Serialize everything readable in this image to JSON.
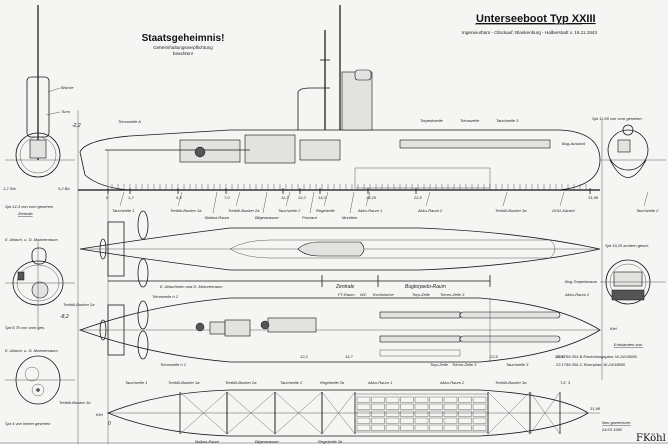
{
  "header": {
    "secret_title": "Staatsgeheimnis!",
    "secret_sub1": "Geheimhaltungsverpflichtung",
    "secret_sub2": "beachten!",
    "main_title": "Unterseeboot  Typ XXIII",
    "main_sub": "Ingenieurbüro - Glückauf; Blankenburg - Halberstadt v. 19.11.1943"
  },
  "sections": {
    "sect_left_top": "Spt 14-3  von vorn gesehen",
    "sect_left_top_sub": "Zentrale",
    "sect_left_mid_hdr": "E.-Masch. u. D.-Motorenraum",
    "sect_left_mid": "Spt 8,75  von vorn ges.",
    "sect_left_mid_sub": "E.-Masch. u. D.-Motorenraum",
    "sect_left_bot": "Spt 4  von hinten gesehen",
    "sect_right_top": "Spt 11,65  von vorn gesehen",
    "sect_right_mid": "Spt 19,25  achtern gesch."
  },
  "labels": {
    "bruecke": "Brücke",
    "turm": "Turm",
    "minus_22": "-2,2",
    "trimmzelle_a": "Trimmzelle A",
    "torpedozelle": "Torpedozelle",
    "trimmzelle": "Trimmzelle",
    "tauchzelle_3": "Tauchzelle 3",
    "bug_ausstoss": "Bug-Ausstoß",
    "left_sect_l": "1,2 Stb",
    "left_sect_r": "0,2 Bb",
    "profile_bottom": [
      "Tauchzelle 1",
      "Treiböl-Bunker 1a",
      "Ballast-Raum",
      "Treiböl-Bunker 2a",
      "Bilgenwasser",
      "Tauchzelle 2",
      "Proviant",
      "Regelzelle",
      "Munition",
      "Akku-Raum 1",
      "Akku-Raum 2",
      "Treiböl-Bunker 3a",
      "GHG-Kanzel",
      "Tauchzelle 2"
    ],
    "frame_ticks": [
      "0",
      "1,2",
      "5,5",
      "7,0",
      "11,3",
      "12,2",
      "14,3",
      "18,25",
      "22,5",
      "31,98"
    ],
    "plan_zones": [
      "E.-Maschinen und D.-Motorenraum",
      "Zentrale",
      "Bugtorpedo-Raum"
    ],
    "plan_labels_top": [
      "Trimmzelle h 2",
      "FT-Raum",
      "WC",
      "Kochnische",
      "Torp-Zelle",
      "Trimm-Zelle 3"
    ],
    "plan_labels_bot": [
      "Trimmzelle h 1",
      "Torp-Zelle",
      "Trimm-Zelle 3",
      "Tauchzelle 3"
    ],
    "plan_right": [
      "Bug-Torpedoraum",
      "Akku-Raum 2"
    ],
    "left_mid_bunker": "Treiböl-Bunker 2a",
    "left_bot_bunker": "Treiböl-Bunker 1b",
    "bottom_top": [
      "Tauchzelle 1",
      "Treiböl-Bunker 1a",
      "Treiböl-Bunker 2a",
      "Tauchzelle 2",
      "Regelzelle 2b",
      "Akku-Raum 1",
      "Akku-Raum 2",
      "Treiböl-Bunker 3a",
      "T.Z. 3"
    ],
    "bottom_bot": [
      "Ballast-Raum",
      "Bilgenwasser",
      "Regelzelle 2b"
    ],
    "bottom_tick_0": "0",
    "bottom_tick_end": "31,98",
    "wl": "Kiel",
    "plan_ticks": [
      "-8,2",
      "12,2",
      "14,7",
      "22,6",
      "28,81"
    ]
  },
  "source": {
    "heading": "Entstanden aus:",
    "line1": "23 1799.303-B  Einrichtungsplan; W-24/18650",
    "line2": "23 1799.306-C  Eisenplan; W-24/18850"
  },
  "footer": {
    "drawn_label": "Neu gezeichnet:",
    "drawn_date": "24.03.1992",
    "signature": "FKöhl"
  }
}
